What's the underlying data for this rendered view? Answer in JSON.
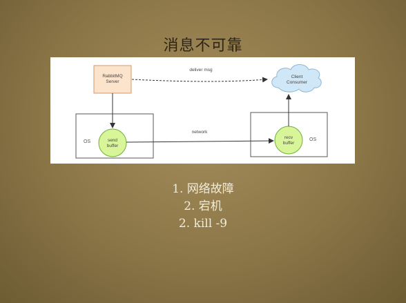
{
  "slide": {
    "title": "消息不可靠"
  },
  "diagram": {
    "rabbitmq_server": [
      "RabbitMQ",
      "Server"
    ],
    "client_consumer": [
      "Client",
      "Consumer"
    ],
    "send_buffer": [
      "send",
      "buffer"
    ],
    "recv_buffer": [
      "recv",
      "buffer"
    ],
    "os_left": "OS",
    "os_right": "OS",
    "edge_deliver": "deliver msg",
    "edge_network": "network"
  },
  "list": {
    "items": [
      "1. 网络故障",
      "2. 宕机",
      "2. kill -9"
    ]
  },
  "colors": {
    "background": "#8b7647",
    "server_fill": "#fbe3cc",
    "buffer_fill": "#d8f59a",
    "cloud_fill": "#cfe7f7",
    "text_light": "#f2ecd8"
  }
}
